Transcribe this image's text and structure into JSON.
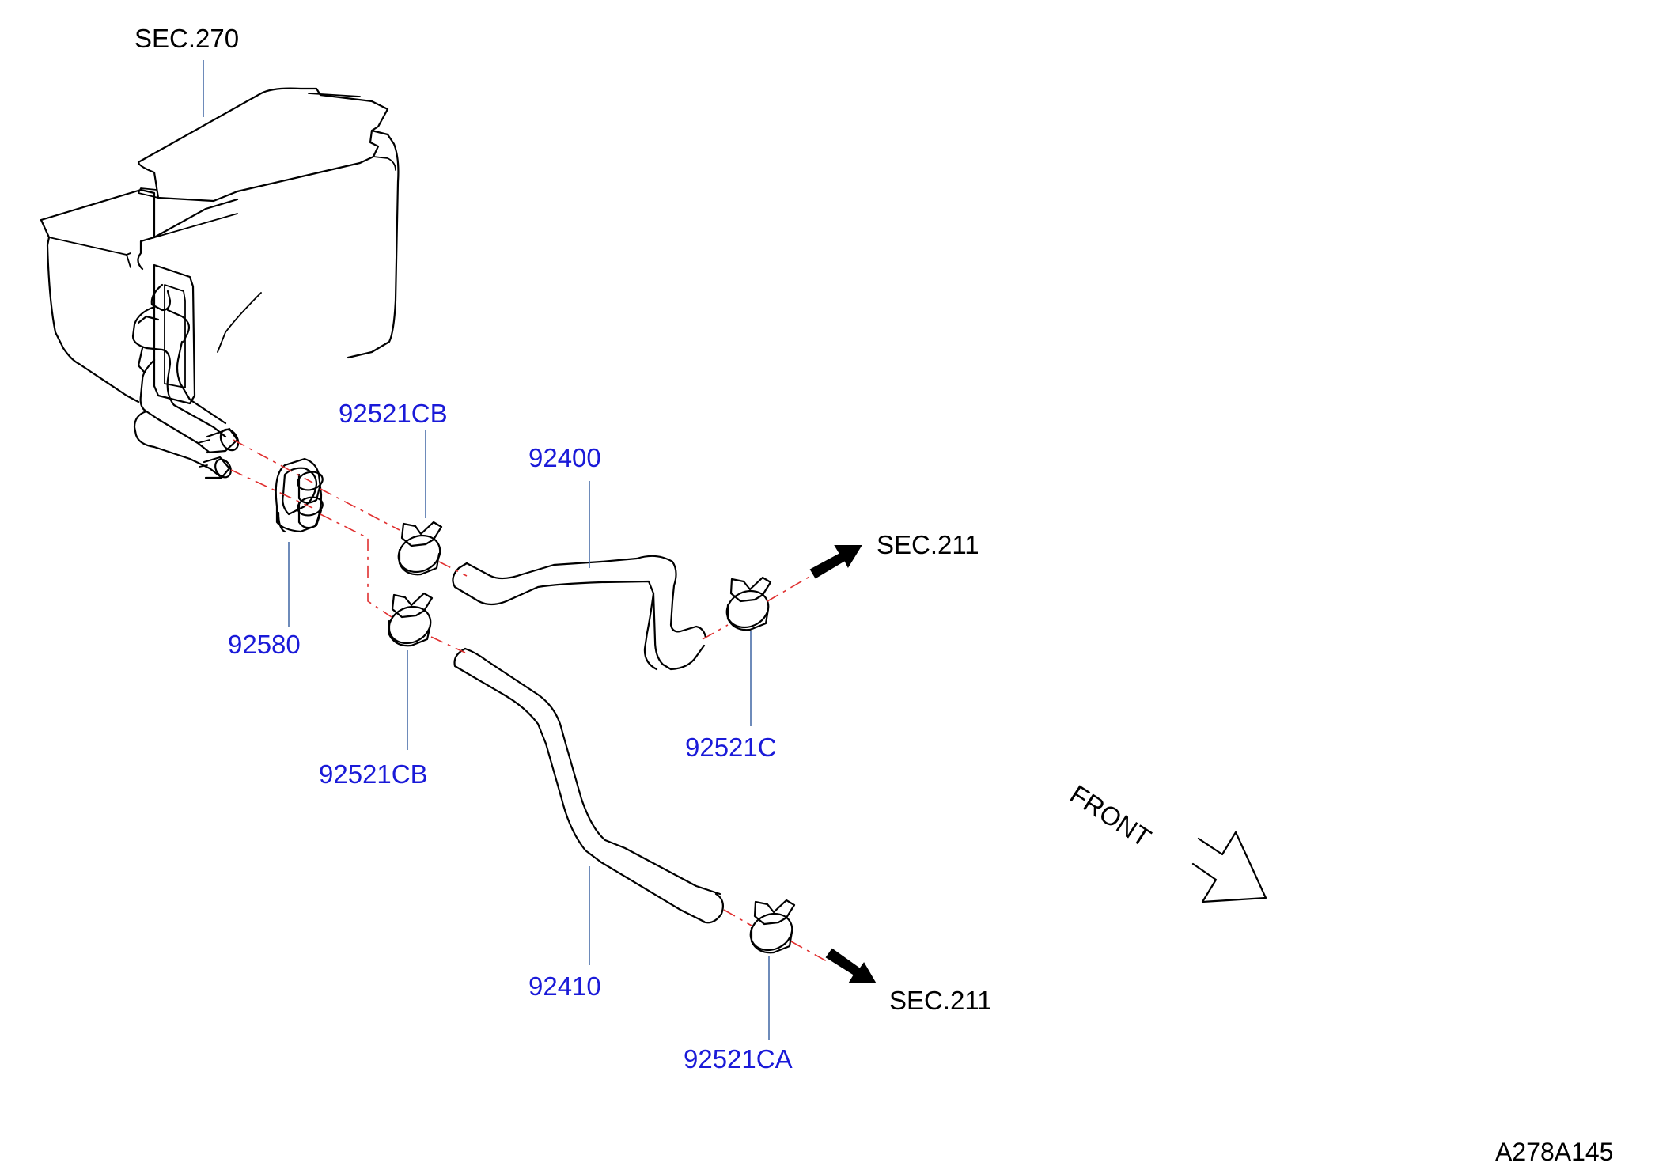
{
  "labels": {
    "sec270": "SEC.270",
    "sec211_upper": "SEC.211",
    "sec211_lower": "SEC.211",
    "p92521CB_upper": "92521CB",
    "p92400": "92400",
    "p92580": "92580",
    "p92521CB_lower": "92521CB",
    "p92521C": "92521C",
    "p92410": "92410",
    "p92521CA": "92521CA",
    "front": "FRONT",
    "diagram_code": "A278A145"
  },
  "colors": {
    "part_number": "#1a1ad8",
    "leader": "#4a6ea8",
    "centerline": "#e03030",
    "outline": "#000000"
  }
}
